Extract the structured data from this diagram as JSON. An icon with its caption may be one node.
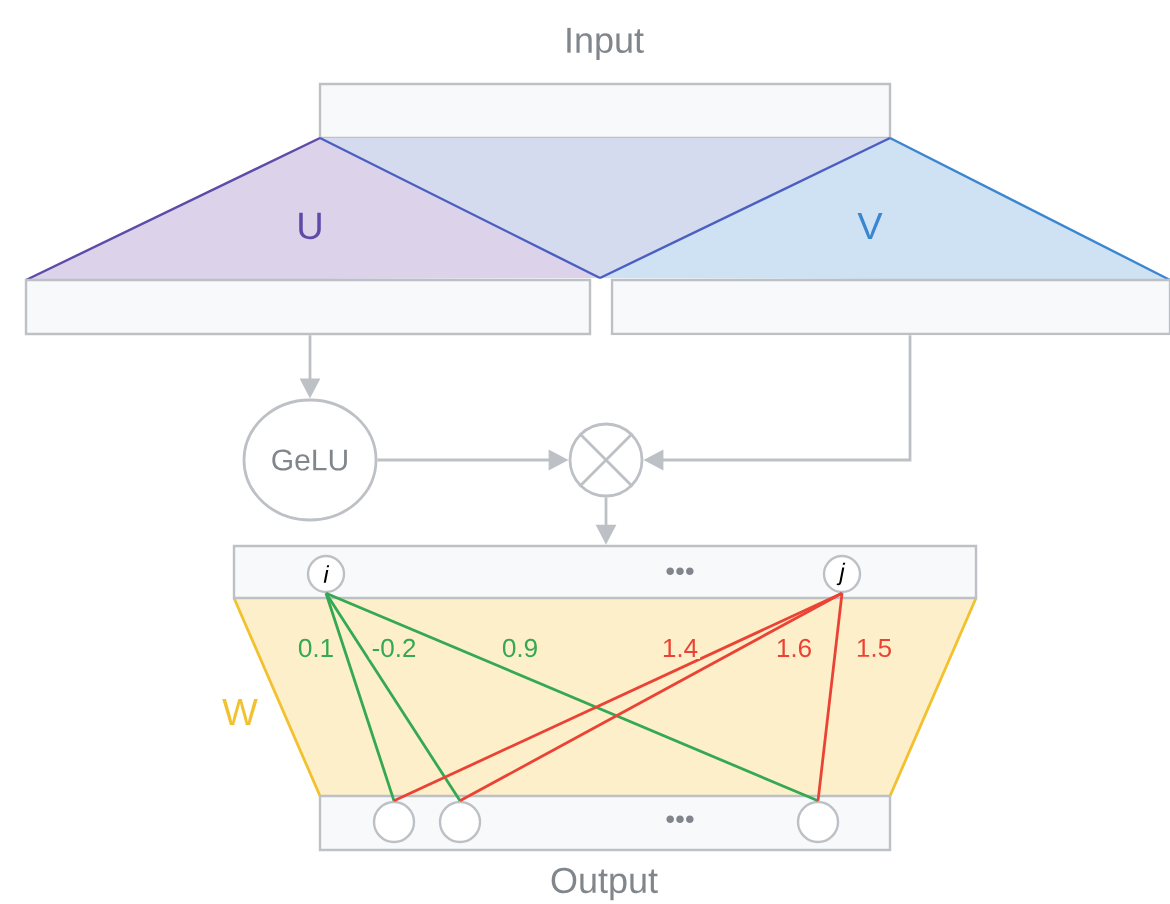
{
  "diagram": {
    "nodes": [
      {
        "text": [
          "Input"
        ]
      },
      {
        "text": [
          "U"
        ]
      },
      {
        "text": [
          "V"
        ]
      },
      {
        "text": [],
        "shape": "box"
      },
      {
        "text": [],
        "shape": "box"
      },
      {
        "text": [
          "GeLU"
        ]
      },
      {
        "text": [],
        "shape": "circle"
      },
      {
        "text": [
          "•••"
        ]
      },
      {
        "text": [
          "i"
        ],
        "in": 7
      },
      {
        "text": [
          "j"
        ],
        "in": 7
      },
      {
        "text": [
          "•••",
          "Output"
        ]
      },
      {
        "text": [],
        "shape": "circle",
        "in": 10
      },
      {
        "text": [],
        "shape": "circle",
        "in": 10
      },
      {
        "text": [],
        "shape": "circle",
        "in": 10
      }
    ],
    "edges": [
      {
        "from": 3,
        "to": 5,
        "arrow": "to"
      },
      {
        "from": 5,
        "to": 6,
        "arrow": "to"
      },
      {
        "from": 4,
        "to": 6,
        "arrow": "to"
      },
      {
        "from": 6,
        "to": 7,
        "arrow": "to"
      },
      {
        "from": 8,
        "to": 11,
        "arrow": "none",
        "label": "0.1",
        "color": "#34a853"
      },
      {
        "from": 8,
        "to": 12,
        "arrow": "none",
        "label": "-0.2",
        "color": "#34a853"
      },
      {
        "from": 8,
        "to": 13,
        "arrow": "none",
        "label": "0.9",
        "color": "#34a853"
      },
      {
        "from": 9,
        "to": 11,
        "arrow": "none",
        "label": "1.4",
        "color": "#ea4335"
      },
      {
        "from": 9,
        "to": 12,
        "arrow": "none",
        "label": "1.6",
        "color": "#ea4335"
      },
      {
        "from": 9,
        "to": 13,
        "arrow": "none",
        "label": "1.5",
        "color": "#ea4335"
      }
    ],
    "labels": [
      "W"
    ]
  }
}
